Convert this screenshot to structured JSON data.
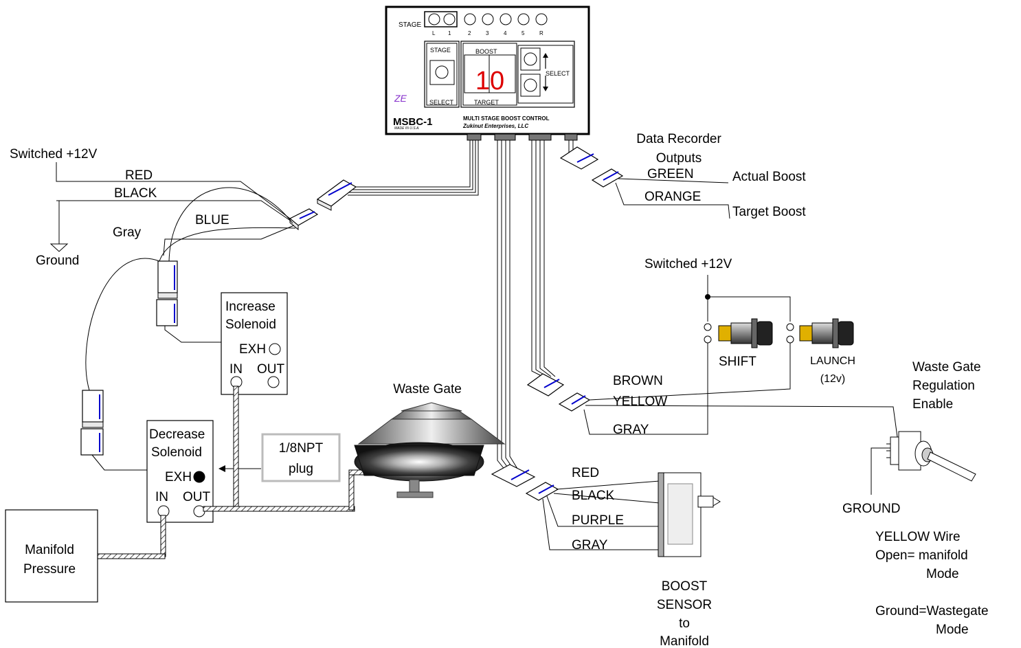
{
  "controller": {
    "stage_label": "STAGE",
    "stage_leds": [
      "L",
      "1",
      "2",
      "3",
      "4",
      "5",
      "R"
    ],
    "stage_button_title": "STAGE",
    "stage_button_bottom": "SELECT",
    "boost_title": "BOOST",
    "target_label": "TARGET",
    "display_value": "10",
    "select_label": "SELECT",
    "model": "MSBC-1",
    "made_in": "MADE IN U.S.A.",
    "product_name": "MULTI STAGE BOOST CONTROL",
    "company": "Zukinut Enterprises, LLC",
    "logo_text": "ZE"
  },
  "power": {
    "switched_12v": "Switched +12V",
    "ground": "Ground",
    "wire_red": "RED",
    "wire_black": "BLACK",
    "wire_blue": "BLUE",
    "wire_gray": "Gray"
  },
  "data_recorder": {
    "title_line1": "Data Recorder",
    "title_line2": "Outputs",
    "wire_green": "GREEN",
    "wire_orange": "ORANGE",
    "actual_boost": "Actual Boost",
    "target_boost": "Target Boost"
  },
  "switches": {
    "switched_12v": "Switched +12V",
    "shift": "SHIFT",
    "launch_line1": "LAUNCH",
    "launch_line2": "(12v)",
    "wire_brown": "BROWN",
    "wire_yellow": "YELLOW",
    "wire_gray": "GRAY"
  },
  "regulation": {
    "title_line1": "Waste Gate",
    "title_line2": "Regulation",
    "title_line3": "Enable",
    "ground": "GROUND",
    "note_line1": "YELLOW Wire",
    "note_line2": "Open= manifold",
    "note_line3": "Mode",
    "note_line4": "Ground=Wastegate",
    "note_line5": "Mode"
  },
  "solenoids": {
    "increase_line1": "Increase",
    "increase_line2": "Solenoid",
    "decrease_line1": "Decrease",
    "decrease_line2": "Solenoid",
    "exh": "EXH",
    "in": "IN",
    "out": "OUT",
    "plug_line1": "1/8NPT",
    "plug_line2": "plug"
  },
  "wastegate": {
    "title": "Waste Gate"
  },
  "manifold": {
    "line1": "Manifold",
    "line2": "Pressure"
  },
  "boost_sensor": {
    "wire_red": "RED",
    "wire_black": "BLACK",
    "wire_purple": "PURPLE",
    "wire_gray": "GRAY",
    "title_line1": "BOOST",
    "title_line2": "SENSOR",
    "title_line3": "to",
    "title_line4": "Manifold"
  },
  "colors": {
    "red": "#ff0000",
    "blue": "#0000cc",
    "gray": "#808080",
    "green": "#00aa00",
    "orange": "#ff8c00",
    "brown": "#7a4a10",
    "yellow": "#ffcc00",
    "purple": "#9933ff",
    "display_red": "#dd0000"
  }
}
